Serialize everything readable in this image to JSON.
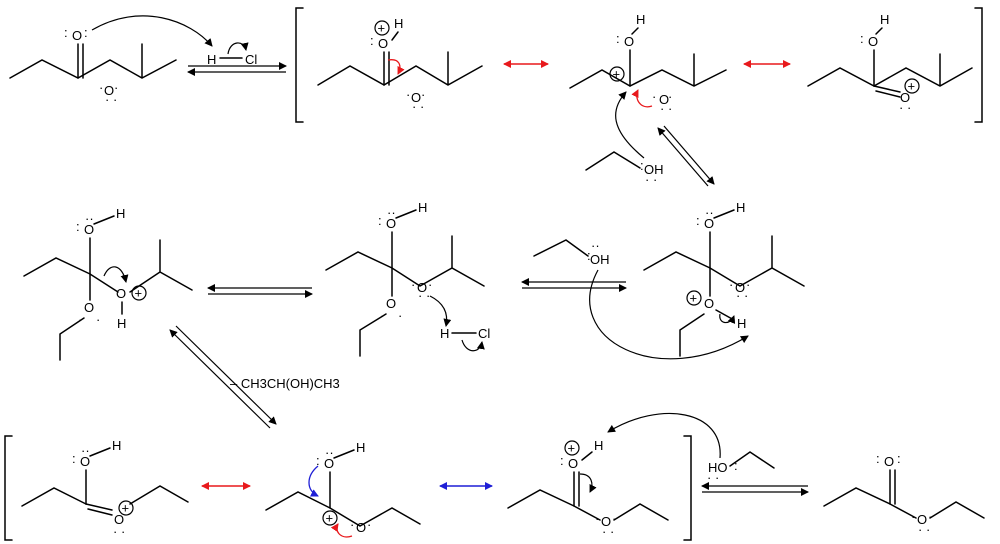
{
  "atoms": {
    "O": "O",
    "H": "H",
    "Cl": "Cl",
    "OH": "OH",
    "HO": "HO",
    "plus": "+"
  },
  "byproduct_label": "– CH3CH(OH)CH3",
  "colors": {
    "red": "#e8191c",
    "blue": "#1f1fd6",
    "black": "#000000"
  }
}
